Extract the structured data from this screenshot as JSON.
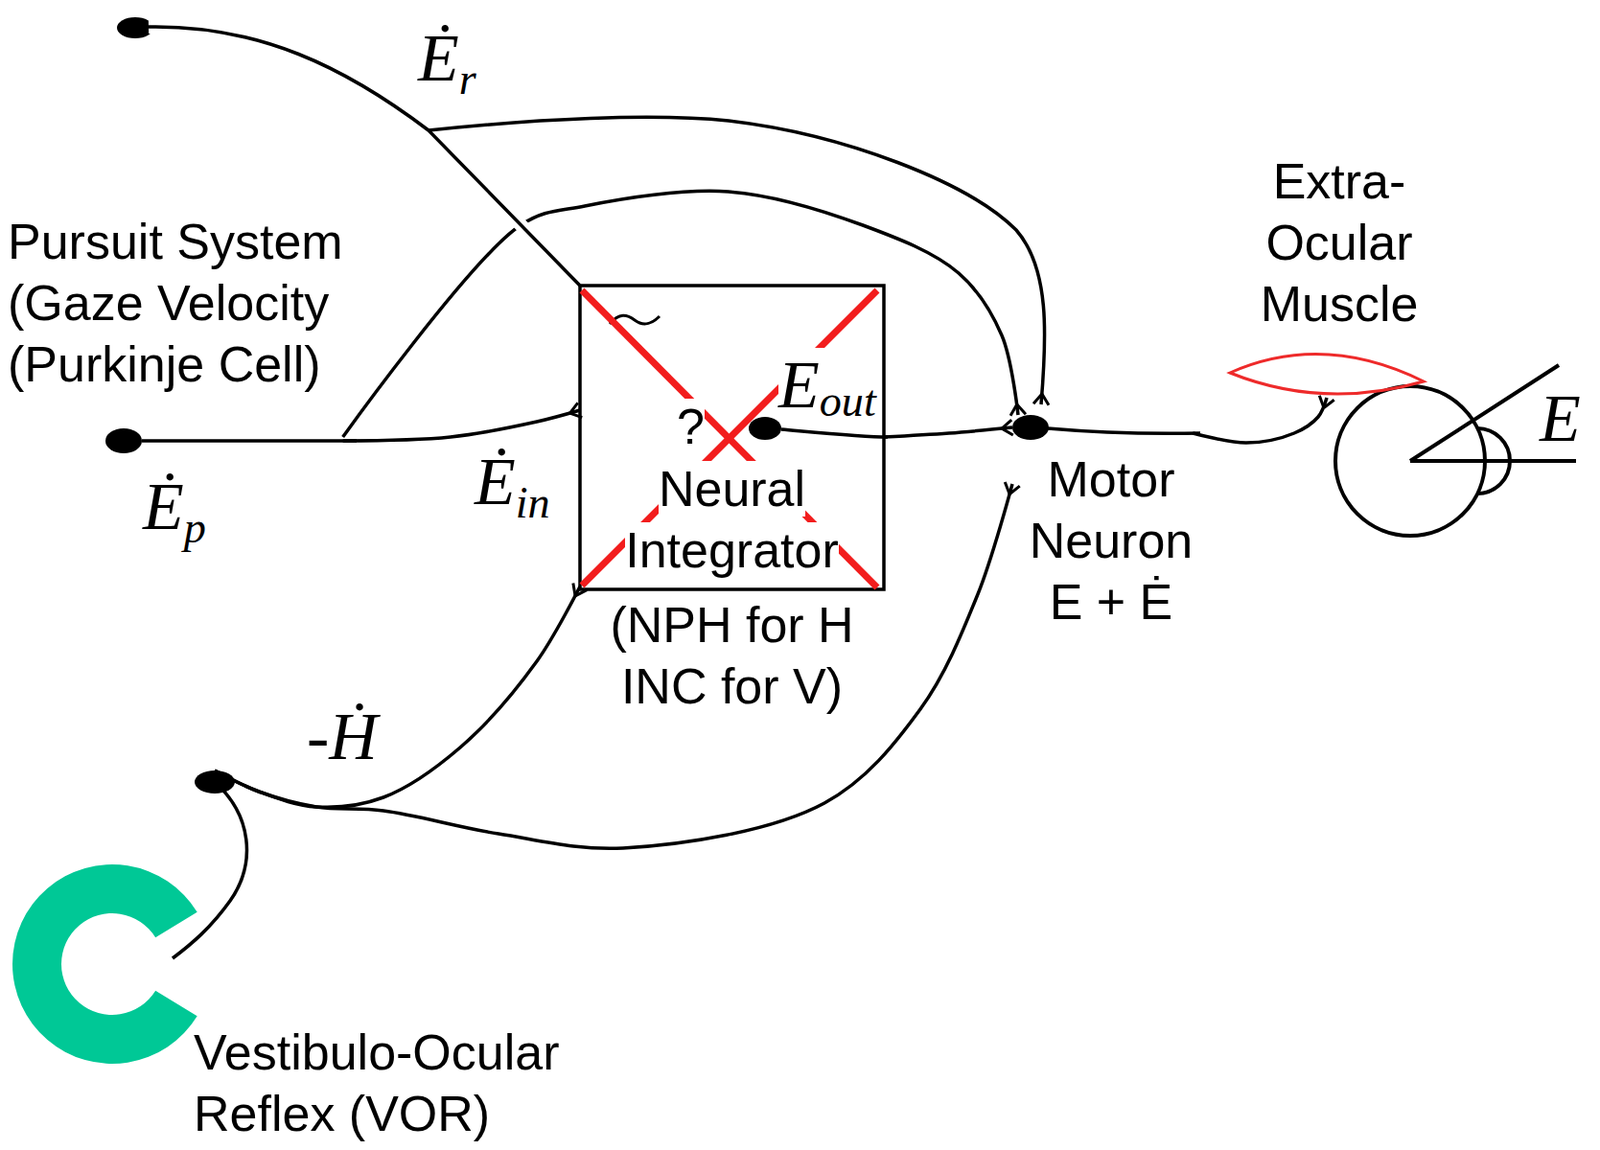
{
  "diagram": {
    "nodes": [
      {
        "text": [
          "Pursuit System (Gaze Velocity (Purkinje Cell)"
        ]
      },
      {
        "text": [
          "Neural Integrator",
          "(NPH for H INC for V)"
        ]
      },
      {
        "text": [
          "Motor Neuron",
          "E + Ė"
        ]
      },
      {
        "text": [
          "Extra-Ocular Muscle"
        ]
      },
      {
        "text": [
          "Vestibulo-Ocular Reflex (VOR)"
        ]
      }
    ],
    "edges": [
      {
        "from": 0,
        "to": 1,
        "label": "Ėp",
        "arrow": "to"
      },
      {
        "from": 0,
        "to": 2,
        "arrow": "to"
      },
      {
        "from": 1,
        "to": 2,
        "label": "Eout",
        "arrow": "to"
      },
      {
        "from": 2,
        "to": 3,
        "arrow": "to"
      },
      {
        "from": 4,
        "to": 1,
        "label": "-Ḣ",
        "arrow": "to"
      },
      {
        "from": 4,
        "to": 2,
        "arrow": "to"
      }
    ],
    "labels": [
      "Ėr",
      "Ėin",
      "?",
      "E"
    ]
  }
}
